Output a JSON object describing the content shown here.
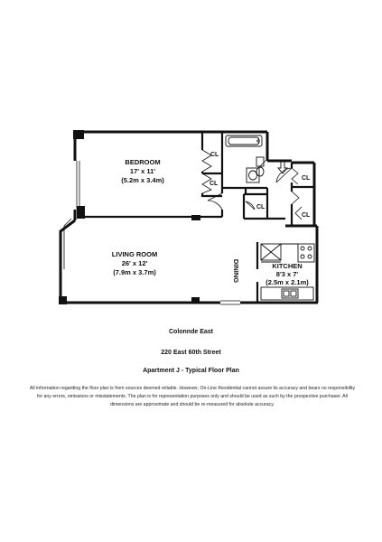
{
  "rooms": {
    "bedroom": {
      "name": "BEDROOM",
      "size_ft": "17' x 11'",
      "size_m": "(5.2m x 3.4m)"
    },
    "living": {
      "name": "LIVING ROOM",
      "size_ft": "26' x 12'",
      "size_m": "(7.9m x 3.7m)"
    },
    "kitchen": {
      "name": "KITCHEN",
      "size_ft": "8'3 x 7'",
      "size_m": "(2.5m x 2.1m)"
    },
    "dining": {
      "name": "DINING"
    }
  },
  "closets": {
    "cl1": "CL",
    "cl2": "CL",
    "cl3": "CL",
    "cl4": "CL",
    "cl5": "CL"
  },
  "captions": {
    "building": "Colonnde East",
    "address": "220 East 60th Street",
    "plan": "Apartment J - Typical Floor Plan",
    "disclaimer": "All information regarding the floor plan is from sources deemed reliable. However, On-Line Residential cannot assure its accuracy and bears no responsibility for any errors, omissions or misstatements. The plan is for representation purposes only and should be used as such by the prospective purchaser. All dimensions are approximate and should be re-measured for absolute accuracy."
  }
}
